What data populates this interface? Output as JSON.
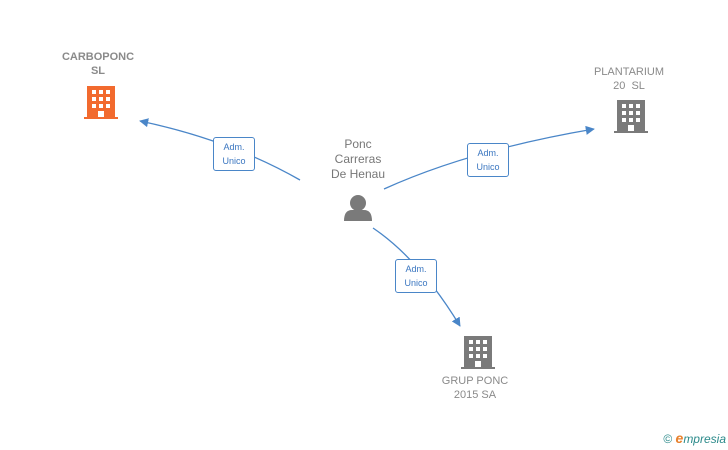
{
  "person": {
    "name_line1": "Ponc",
    "name_line2": "Carreras",
    "name_line3": "De Henau"
  },
  "companies": [
    {
      "line1": "CARBOPONC",
      "line2": "SL",
      "color": "#f26a2e"
    },
    {
      "line1": "PLANTARIUM",
      "line2": "20  SL",
      "color": "#7a7a7a"
    },
    {
      "line1": "GRUP PONC",
      "line2": "2015 SA",
      "color": "#7a7a7a"
    }
  ],
  "edges": [
    {
      "line1": "Adm.",
      "line2": "Unico"
    },
    {
      "line1": "Adm.",
      "line2": "Unico"
    },
    {
      "line1": "Adm.",
      "line2": "Unico"
    }
  ],
  "colors": {
    "edge": "#4a86c8",
    "accent": "#f26a2e",
    "building": "#7a7a7a"
  },
  "footer": {
    "copyright_symbol": "©",
    "brand_initial": "e",
    "brand_rest": "mpresia"
  }
}
